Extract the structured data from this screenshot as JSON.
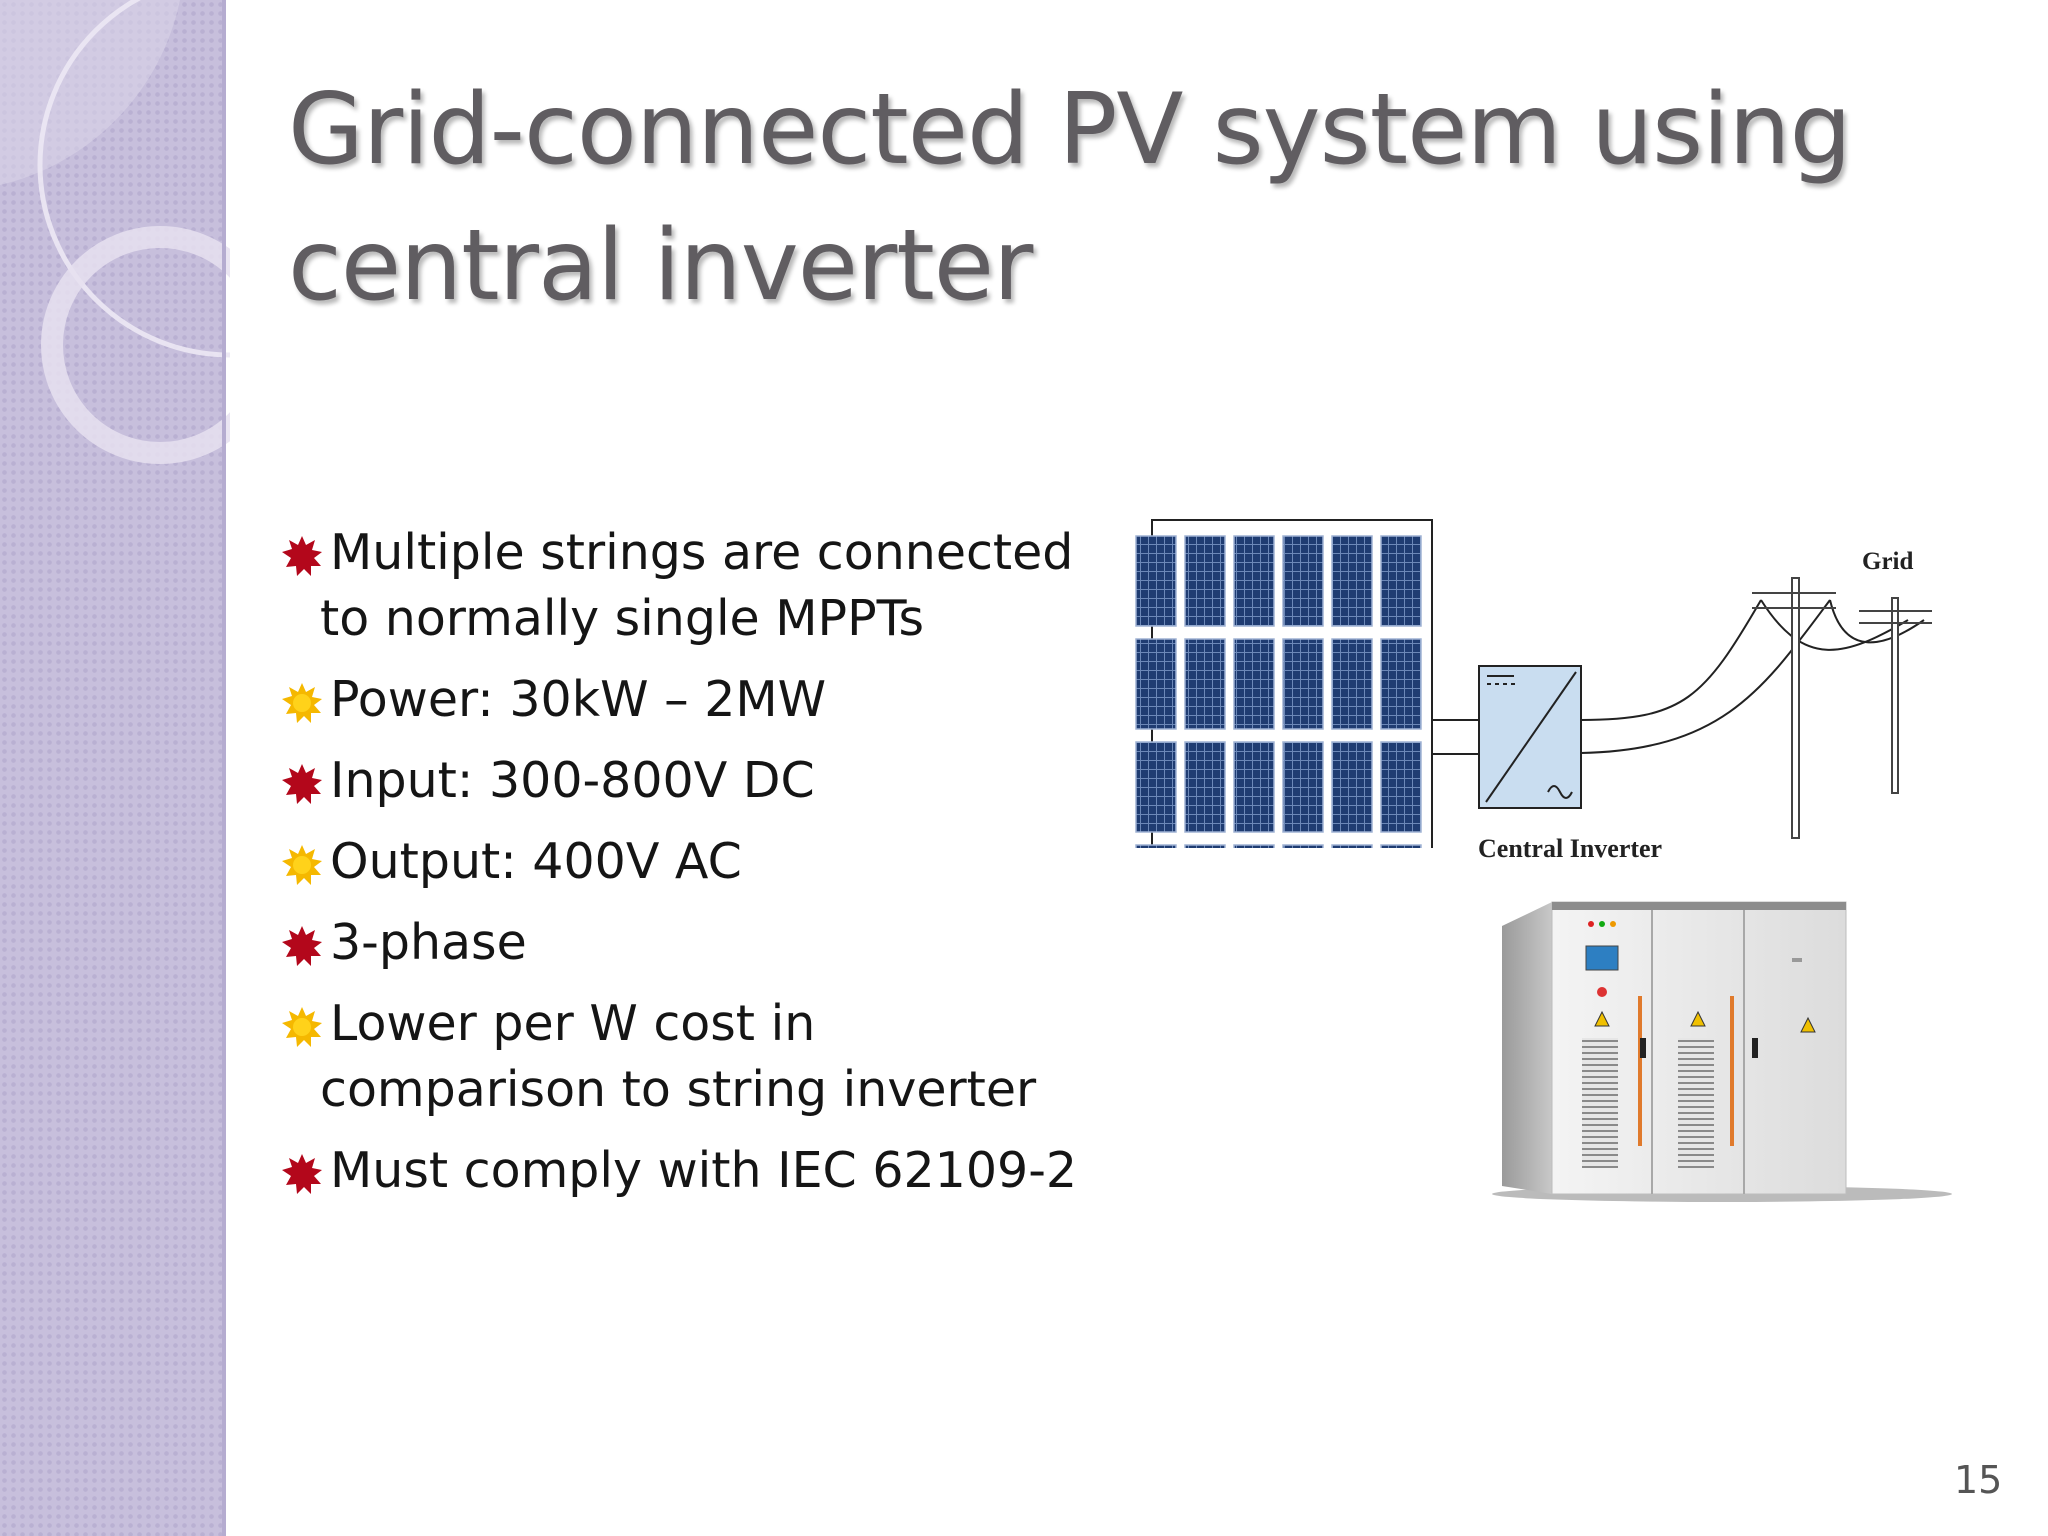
{
  "slide": {
    "title_lines": [
      "Grid-connected PV system using",
      "central inverter"
    ],
    "bullets": [
      {
        "lines": [
          "Multiple strings are connected",
          "to normally single MPPTs"
        ],
        "icon": "red-starburst-bullet",
        "color": "#b3071b"
      },
      {
        "lines": [
          "Power: 30kW – 2MW"
        ],
        "icon": "yellow-sun-bullet",
        "color": "#f5b800"
      },
      {
        "lines": [
          "Input: 300-800V DC"
        ],
        "icon": "red-starburst-bullet",
        "color": "#b3071b"
      },
      {
        "lines": [
          "Output: 400V AC"
        ],
        "icon": "yellow-sun-bullet",
        "color": "#f5b800"
      },
      {
        "lines": [
          "3-phase"
        ],
        "icon": "red-starburst-bullet",
        "color": "#b3071b"
      },
      {
        "lines": [
          "Lower per W cost in",
          "comparison to string inverter"
        ],
        "icon": "yellow-sun-bullet",
        "color": "#f5b800"
      },
      {
        "lines": [
          "Must comply with IEC 62109-2"
        ],
        "icon": "red-starburst-bullet",
        "color": "#b3071b"
      }
    ],
    "diagram": {
      "grid_label": "Grid",
      "inverter_label": "Central Inverter",
      "panel_color": "#1f3c72",
      "inverter_color": "#c9ddf0"
    },
    "page_number": "15",
    "theme": {
      "sidebar_color": "#c7bfdc",
      "title_color": "#605d61"
    }
  }
}
